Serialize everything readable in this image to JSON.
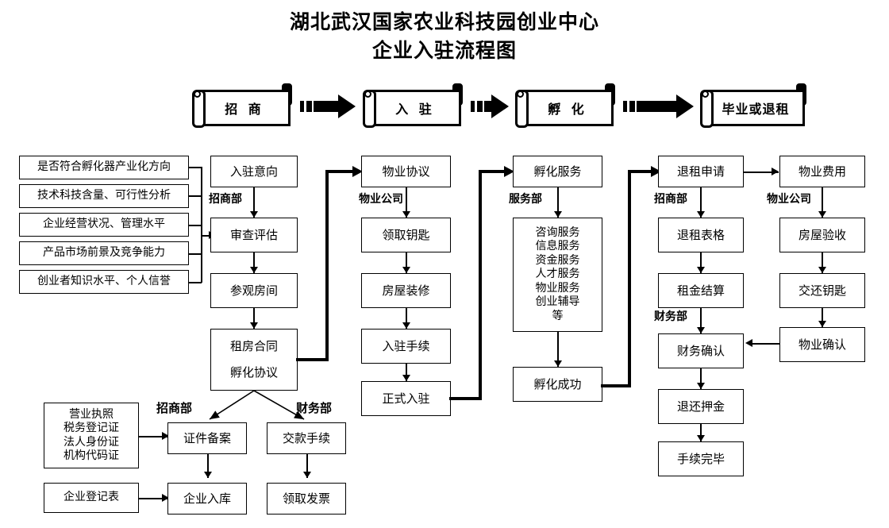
{
  "title": {
    "line1": "湖北武汉国家农业科技园创业中心",
    "line2": "企业入驻流程图"
  },
  "stages": [
    {
      "label": "招  商"
    },
    {
      "label": "入  驻"
    },
    {
      "label": "孵  化"
    },
    {
      "label": "毕业或退租"
    }
  ],
  "criteria": {
    "items": [
      "是否符合孵化器产业化方向",
      "技术科技含量、可行性分析",
      "企业经营状况、管理水平",
      "产品市场前景及竞争能力",
      "创业者知识水平、个人信誉"
    ]
  },
  "column_recruit": {
    "dept_label": "招商部",
    "steps": [
      "入驻意向",
      "审查评估",
      "参观房间"
    ],
    "contract": {
      "line1": "租房合同",
      "line2": "孵化协议"
    }
  },
  "column_move_in": {
    "dept_label": "物业公司",
    "steps": [
      "物业协议",
      "领取钥匙",
      "房屋装修",
      "入驻手续",
      "正式入驻"
    ]
  },
  "column_incubate": {
    "dept_label": "服务部",
    "head": "孵化服务",
    "services": [
      "咨询服务",
      "信息服务",
      "资金服务",
      "人才服务",
      "物业服务",
      "创业辅导",
      "等"
    ],
    "result": "孵化成功"
  },
  "column_exit": {
    "dept_label_1": "招商部",
    "dept_label_2": "财务部",
    "steps": [
      "退租申请",
      "退租表格",
      "租金结算",
      "财务确认",
      "退还押金",
      "手续完毕"
    ]
  },
  "column_property": {
    "dept_label": "物业公司",
    "steps": [
      "物业费用",
      "房屋验收",
      "交还钥匙",
      "物业确认"
    ]
  },
  "bottom": {
    "dept_label_left": "招商部",
    "dept_label_right": "财务部",
    "documents": [
      "营业执照",
      "税务登记证",
      "法人身份证",
      "机构代码证"
    ],
    "registration_form": "企业登记表",
    "filing": "证件备案",
    "enterprise_db": "企业入库",
    "payment": "交款手续",
    "invoice": "领取发票"
  },
  "colors": {
    "line": "#000000",
    "background": "#ffffff"
  }
}
